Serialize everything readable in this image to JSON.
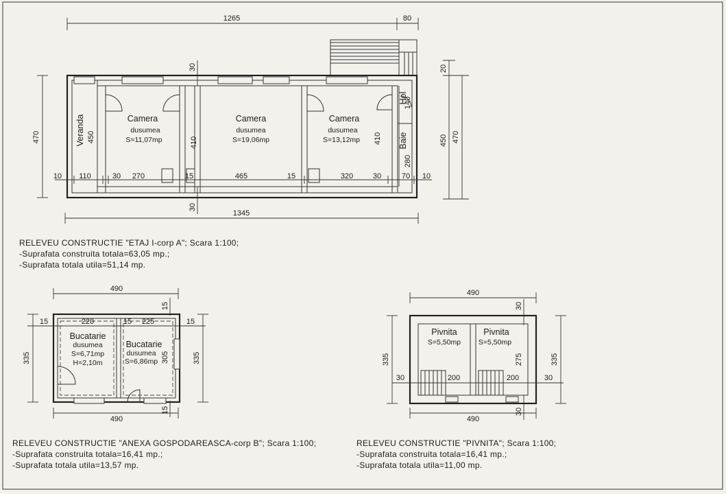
{
  "plan_a": {
    "dims": {
      "top_total": "1265",
      "top_right": "80",
      "bottom_total": "1345",
      "left_total": "470",
      "right_470": "470",
      "right_450": "450",
      "right_20": "20",
      "wall_top": "30",
      "wall_bottom": "30",
      "inner_410_a": "410",
      "inner_410_b": "410",
      "veranda_450": "450",
      "hol_140": "140",
      "baie_280": "280",
      "row_10a": "10",
      "row_110": "110",
      "row_30a": "30",
      "row_270": "270",
      "row_15a": "15",
      "row_465": "465",
      "row_15b": "15",
      "row_320": "320",
      "row_30b": "30",
      "row_70": "70",
      "row_10b": "10"
    },
    "rooms": [
      {
        "name": "Camera",
        "floor": "dusumea",
        "area": "S=11,07mp"
      },
      {
        "name": "Camera",
        "floor": "dusumea",
        "area": "S=19,06mp"
      },
      {
        "name": "Camera",
        "floor": "dusumea",
        "area": "S=13,12mp"
      }
    ],
    "veranda": "Veranda",
    "hol": "Hol",
    "baie": "Baie",
    "caption": [
      "RELEVEU CONSTRUCTIE \"ETAJ I-corp A\"; Scara 1:100;",
      "-Suprafata construita totala=63,05 mp.;",
      "-Suprafata totala utila=51,14 mp."
    ]
  },
  "plan_b": {
    "dims": {
      "top": "490",
      "bottom": "490",
      "left": "335",
      "right": "335",
      "wall_top": "15",
      "wall_bottom": "15",
      "side_left": "15",
      "side_right": "15",
      "room1_w": "220",
      "room2_wall": "15",
      "room2_w": "225",
      "inner_305": "305"
    },
    "rooms": [
      {
        "name": "Bucatarie",
        "floor": "dusumea",
        "area": "S=6,71mp",
        "height": "H=2,10m"
      },
      {
        "name": "Bucatarie",
        "floor": "dusumea",
        "area": "S=6,86mp"
      }
    ],
    "caption": [
      "RELEVEU CONSTRUCTIE \"ANEXA GOSPODAREASCA-corp B\"; Scara 1:100;",
      "-Suprafata construita totala=16,41 mp.;",
      "-Suprafata totala utila=13,57 mp."
    ]
  },
  "plan_c": {
    "dims": {
      "top": "490",
      "bottom": "490",
      "left": "335",
      "right": "335",
      "wall_top": "30",
      "wall_bottom": "30",
      "side_left": "30",
      "side_right": "30",
      "inner_200a": "200",
      "inner_200b": "200",
      "inner_275": "275"
    },
    "rooms": [
      {
        "name": "Pivnita",
        "area": "S=5,50mp"
      },
      {
        "name": "Pivnita",
        "area": "S=5,50mp"
      }
    ],
    "caption": [
      "RELEVEU CONSTRUCTIE \"PIVNITA\"; Scara 1:100;",
      "-Suprafata construita totala=16,41 mp.;",
      "-Suprafata totala utila=11,00 mp."
    ]
  }
}
